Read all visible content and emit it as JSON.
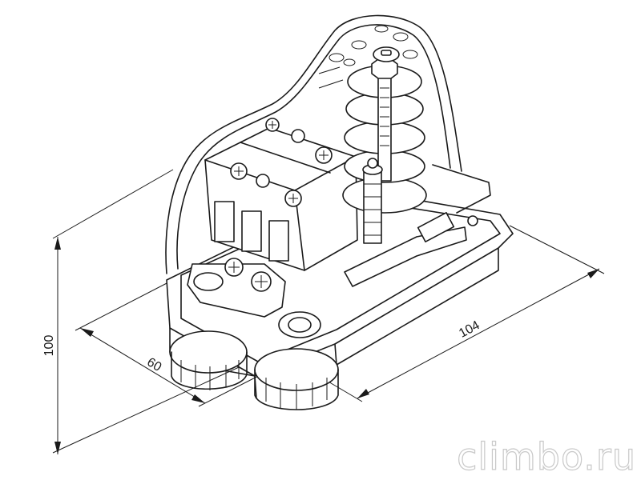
{
  "dimensions": {
    "height": "100",
    "width": "60",
    "length": "104"
  },
  "watermark": "climbo.ru"
}
